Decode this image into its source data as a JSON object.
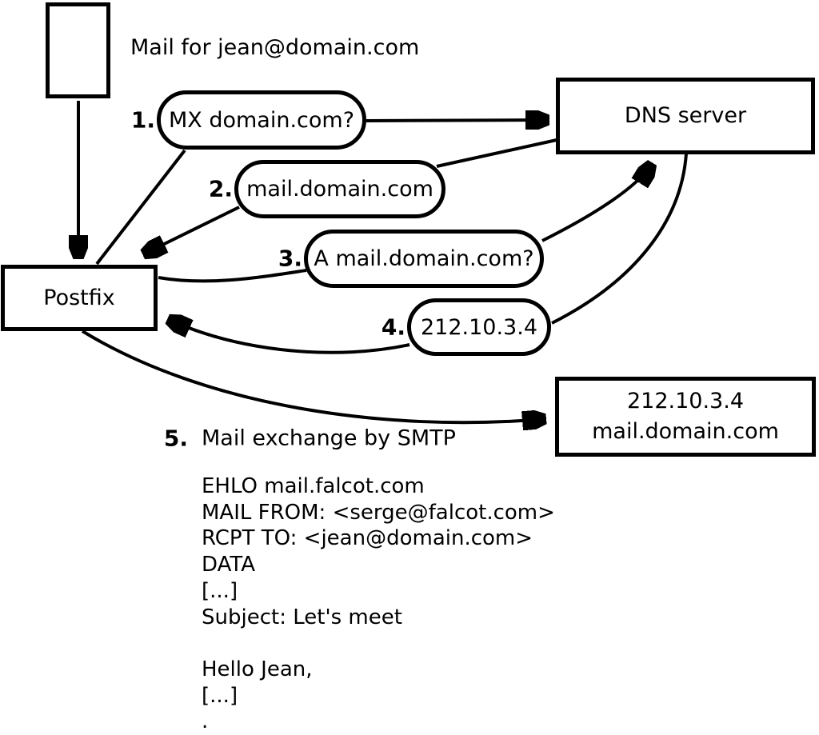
{
  "diagram": {
    "title_label": "Mail for jean@domain.com",
    "nodes": {
      "mail_source": "",
      "postfix": "Postfix",
      "dns_server": "DNS server",
      "mail_exchanger": {
        "line1": "212.10.3.4",
        "line2": "mail.domain.com"
      }
    },
    "steps": [
      {
        "num": "1.",
        "label": "MX domain.com?"
      },
      {
        "num": "2.",
        "label": "mail.domain.com"
      },
      {
        "num": "3.",
        "label": "A mail.domain.com?"
      },
      {
        "num": "4.",
        "label": "212.10.3.4"
      },
      {
        "num": "5.",
        "label": "Mail exchange by SMTP"
      }
    ],
    "smtp_session": [
      "EHLO mail.falcot.com",
      "MAIL FROM: <serge@falcot.com>",
      "RCPT TO: <jean@domain.com>",
      "DATA",
      "[...]",
      "Subject: Let's meet",
      "",
      "Hello Jean,",
      "[...]",
      "."
    ],
    "colors": {
      "stroke": "#000000",
      "background": "#ffffff"
    }
  }
}
